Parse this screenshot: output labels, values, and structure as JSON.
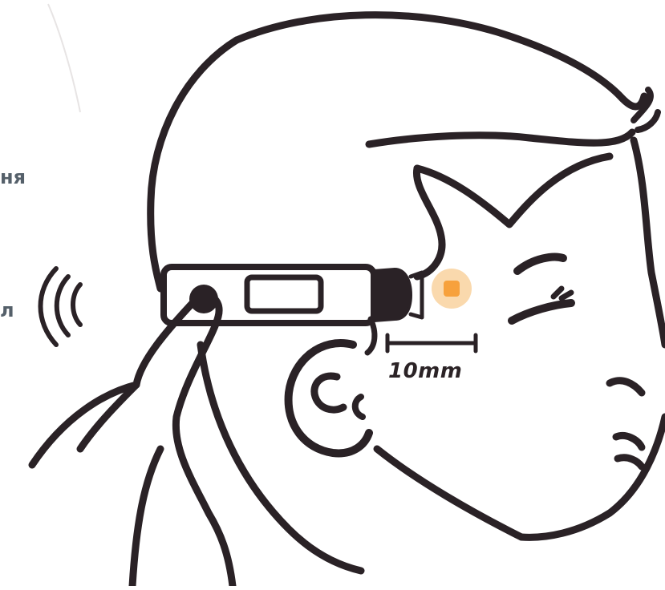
{
  "side_labels": {
    "top": "ня",
    "middle": "л"
  },
  "measurement": {
    "label": "10mm"
  },
  "colors": {
    "ink": "#2a2226",
    "side_text": "#55606a",
    "target_glow": "#f8c98a",
    "target_core": "#f7a13c"
  }
}
